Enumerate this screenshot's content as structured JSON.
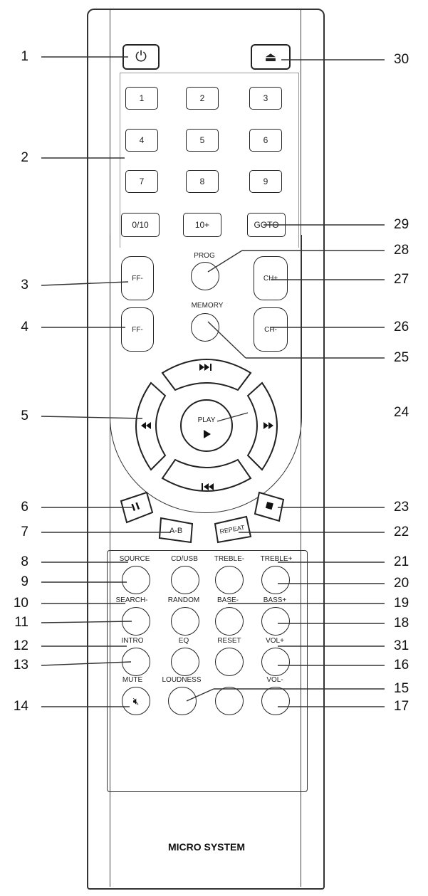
{
  "brand_label": "MICRO SYSTEM",
  "icons": {
    "power": "power-icon",
    "eject": "eject-icon"
  },
  "keypad": [
    "1",
    "2",
    "3",
    "4",
    "5",
    "6",
    "7",
    "8",
    "9",
    "0/10",
    "10+",
    "GOTO"
  ],
  "buttons": {
    "ff_minus": "FF-",
    "ff": "FF-",
    "ch_plus": "CH+",
    "ch_minus": "CH-",
    "prog": "PROG",
    "memory": "MEMORY",
    "play": "PLAY",
    "ab": "A-B",
    "repeat": "REPEAT"
  },
  "panel_labels": [
    "SOURCE",
    "CD/USB",
    "TREBLE-",
    "TREBLE+",
    "SEARCH-",
    "RANDOM",
    "BASE-",
    "BASS+",
    "INTRO",
    "EQ",
    "RESET",
    "VOL+",
    "MUTE",
    "LOUDNESS",
    "VOL-"
  ],
  "callouts": {
    "left": [
      "1",
      "2",
      "3",
      "4",
      "5",
      "6",
      "7",
      "8",
      "9",
      "10",
      "11",
      "12",
      "13",
      "14"
    ],
    "right": [
      "30",
      "29",
      "28",
      "27",
      "26",
      "25",
      "24",
      "23",
      "22",
      "21",
      "20",
      "19",
      "18",
      "31",
      "16",
      "15",
      "17"
    ]
  }
}
